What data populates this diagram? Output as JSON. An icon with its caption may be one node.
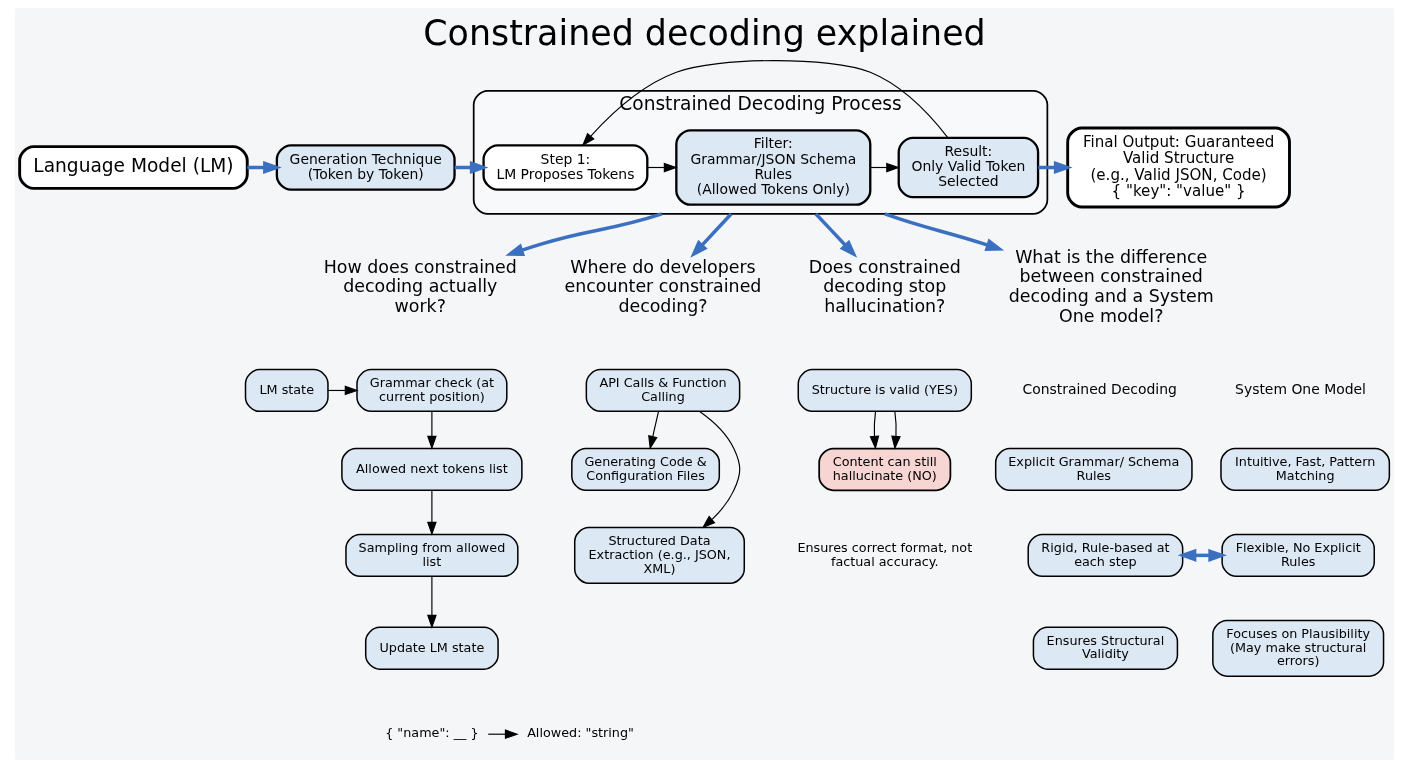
{
  "diagram": {
    "title": "Constrained decoding explained",
    "nodes": [
      {
        "text": [
          "Language Model (LM)"
        ]
      },
      {
        "text": [
          "Generation Technique",
          "(Token by Token)"
        ]
      },
      {
        "text": [
          "Constrained Decoding Process"
        ]
      },
      {
        "text": [
          "Step 1:",
          "LM Proposes Tokens"
        ],
        "in": 2
      },
      {
        "text": [
          "Filter:",
          "Grammar/JSON Schema Rules",
          "(Allowed Tokens Only)"
        ],
        "in": 2
      },
      {
        "text": [
          "Result:",
          "Only Valid Token Selected"
        ],
        "in": 2
      },
      {
        "text": [
          "Final Output: Guaranteed Valid Structure",
          "(e.g., Valid JSON, Code)",
          "{ \"key\": \"value\" }"
        ]
      },
      {
        "text": [
          "How does constrained decoding actually work?"
        ]
      },
      {
        "text": [
          "LM state"
        ]
      },
      {
        "text": [
          "Grammar check (at current position)"
        ]
      },
      {
        "text": [
          "Allowed next tokens list"
        ]
      },
      {
        "text": [
          "Sampling from allowed list"
        ]
      },
      {
        "text": [
          "Update LM state"
        ]
      },
      {
        "text": [
          "{ \"name\": __ }"
        ]
      },
      {
        "text": [
          "Allowed: \"string\""
        ]
      },
      {
        "text": [
          "Where do developers encounter constrained decoding?"
        ]
      },
      {
        "text": [
          "API Calls & Function Calling"
        ]
      },
      {
        "text": [
          "Generating Code & Configuration Files"
        ]
      },
      {
        "text": [
          "Structured Data Extraction (e.g., JSON, XML)"
        ]
      },
      {
        "text": [
          "Does constrained decoding stop hallucination?"
        ]
      },
      {
        "text": [
          "Structure is valid (YES)"
        ]
      },
      {
        "text": [
          "Content can still hallucinate (NO)"
        ]
      },
      {
        "text": [
          "What is the difference between constrained decoding and a System One model?"
        ]
      },
      {
        "text": [
          "Explicit Grammar/ Schema Rules"
        ]
      },
      {
        "text": [
          "Intuitive, Fast, Pattern Matching"
        ]
      },
      {
        "text": [
          "Rigid, Rule-based at each step"
        ]
      },
      {
        "text": [
          "Flexible, No Explicit Rules"
        ]
      },
      {
        "text": [
          "Ensures Structural Validity"
        ]
      },
      {
        "text": [
          "Focuses on Plausibility (May make structural errors)"
        ]
      }
    ],
    "edges": [
      {
        "from": 0,
        "to": 1,
        "arrow": "to",
        "style": "thick",
        "color": "#3b6fc0"
      },
      {
        "from": 1,
        "to": 3,
        "arrow": "to",
        "style": "thick",
        "color": "#3b6fc0"
      },
      {
        "from": 3,
        "to": 4,
        "arrow": "to"
      },
      {
        "from": 4,
        "to": 5,
        "arrow": "to"
      },
      {
        "from": 5,
        "to": 3,
        "arrow": "to"
      },
      {
        "from": 5,
        "to": 6,
        "arrow": "to",
        "style": "thick",
        "color": "#3b6fc0"
      },
      {
        "from": 2,
        "to": 7,
        "arrow": "to",
        "style": "thick",
        "color": "#3b6fc0"
      },
      {
        "from": 2,
        "to": 15,
        "arrow": "to",
        "style": "thick",
        "color": "#3b6fc0"
      },
      {
        "from": 2,
        "to": 19,
        "arrow": "to",
        "style": "thick",
        "color": "#3b6fc0"
      },
      {
        "from": 2,
        "to": 22,
        "arrow": "to",
        "style": "thick",
        "color": "#3b6fc0"
      },
      {
        "from": 8,
        "to": 9,
        "arrow": "to"
      },
      {
        "from": 9,
        "to": 10,
        "arrow": "to"
      },
      {
        "from": 10,
        "to": 11,
        "arrow": "to"
      },
      {
        "from": 11,
        "to": 12,
        "arrow": "to"
      },
      {
        "from": 13,
        "to": 14,
        "arrow": "to"
      },
      {
        "from": 16,
        "to": 17,
        "arrow": "to"
      },
      {
        "from": 16,
        "to": 18,
        "arrow": "to"
      },
      {
        "from": 20,
        "to": 21,
        "arrow": "to"
      },
      {
        "from": 20,
        "to": 21,
        "arrow": "to"
      },
      {
        "from": 25,
        "to": 26,
        "arrow": "both",
        "style": "thick",
        "color": "#3b6fc0"
      }
    ],
    "labels": [
      "Ensures correct format, not factual accuracy.",
      "Constrained Decoding",
      "System One Model"
    ]
  }
}
